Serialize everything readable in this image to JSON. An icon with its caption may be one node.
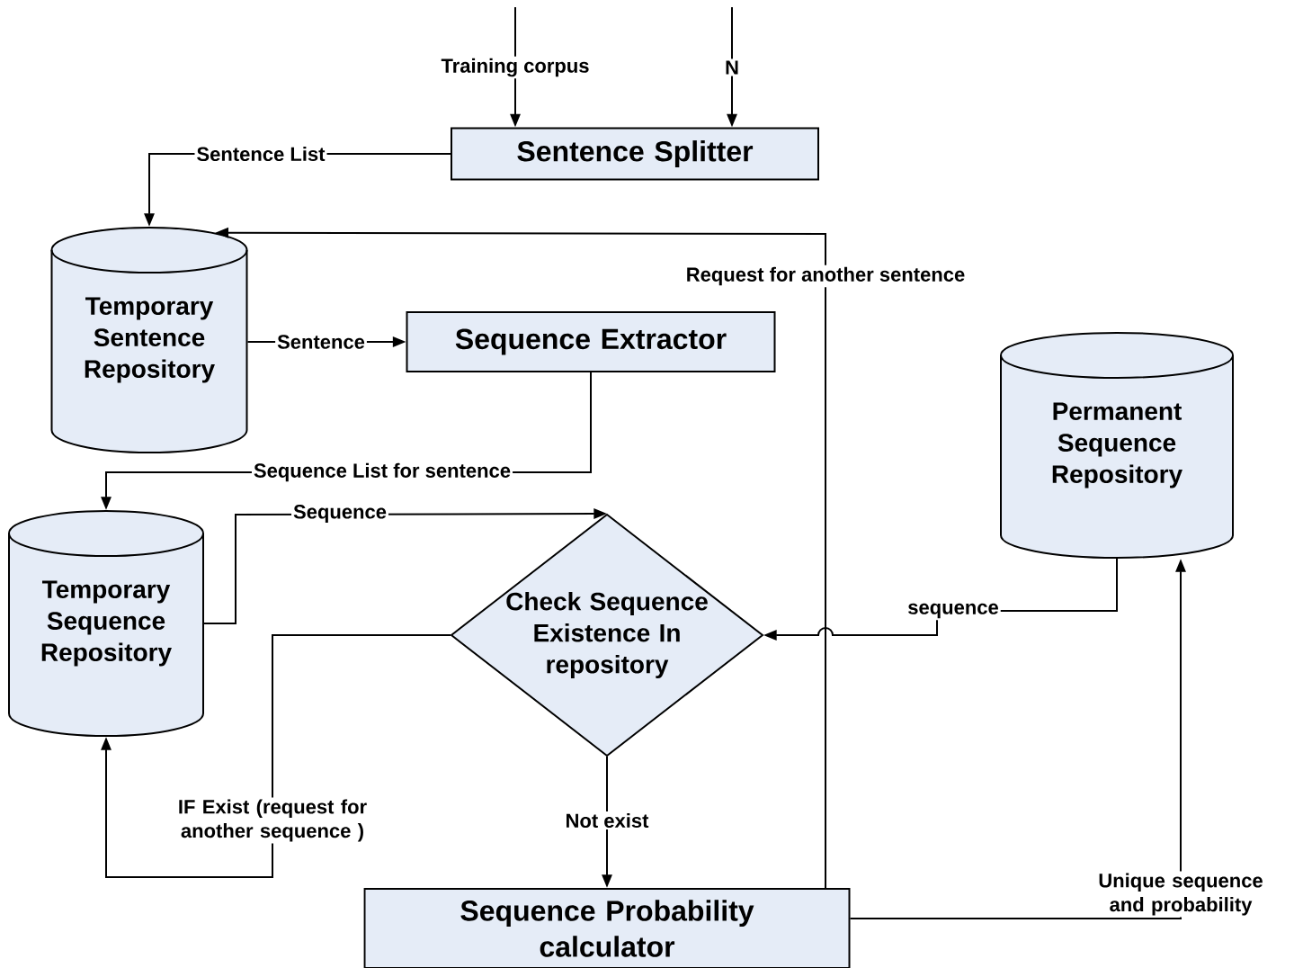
{
  "diagram": {
    "nodes": [
      {
        "text": [
          "Sentence Splitter"
        ]
      },
      {
        "text": [
          "Temporary Sentence Repository"
        ]
      },
      {
        "text": [
          "Sequence Extractor"
        ]
      },
      {
        "text": [
          "Permanent Sequence Repository"
        ]
      },
      {
        "text": [
          "Temporary Sequence Repository"
        ]
      },
      {
        "text": [
          "Check Sequence Existence In repository"
        ]
      },
      {
        "text": [
          "Sequence Probability calculator"
        ]
      }
    ],
    "edges": [
      {
        "from": null,
        "to": 0,
        "arrow": "to",
        "label": "Training corpus"
      },
      {
        "from": null,
        "to": 0,
        "arrow": "to",
        "label": "N"
      },
      {
        "from": 0,
        "to": 1,
        "arrow": "to",
        "label": "Sentence List"
      },
      {
        "from": 1,
        "to": 2,
        "arrow": "to",
        "label": "Sentence"
      },
      {
        "from": 2,
        "to": 4,
        "arrow": "to",
        "label": "Sequence List for sentence"
      },
      {
        "from": 4,
        "to": 5,
        "arrow": "to",
        "label": "Sequence"
      },
      {
        "from": 3,
        "to": 5,
        "arrow": "to",
        "label": "sequence"
      },
      {
        "from": 5,
        "to": 4,
        "arrow": "to",
        "label": "IF Exist (request for another sequence )"
      },
      {
        "from": 5,
        "to": 6,
        "arrow": "to",
        "label": "Not exist"
      },
      {
        "from": 6,
        "to": 1,
        "arrow": "to",
        "label": "Request for another sentence"
      },
      {
        "from": 6,
        "to": 3,
        "arrow": "to",
        "label": "Unique sequence and probability"
      }
    ]
  }
}
